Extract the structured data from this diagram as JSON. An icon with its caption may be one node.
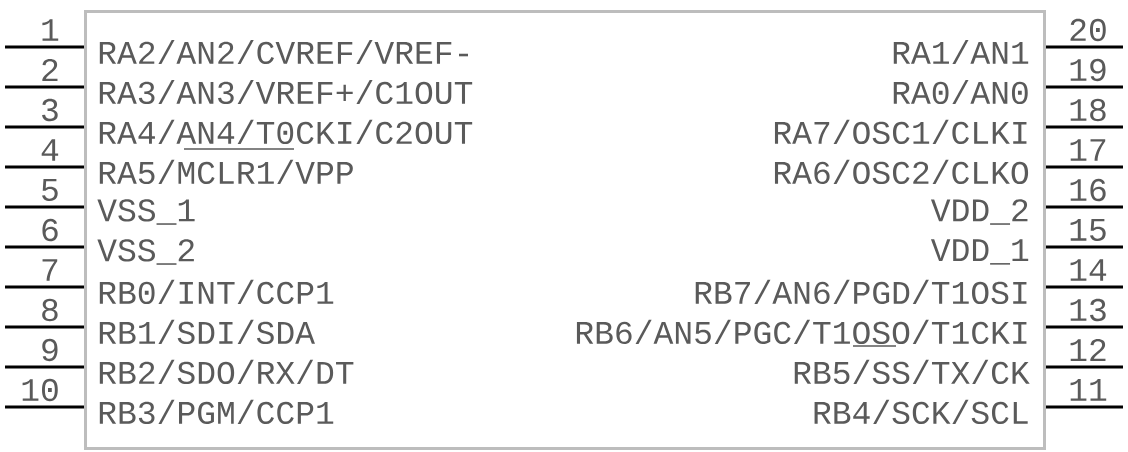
{
  "diagram": {
    "nodes": [
      {
        "text": [
          "RA2/AN2/CVREF/VREF-",
          "RA1/AN1",
          "RA3/AN3/VREF+/C1OUT",
          "RA0/AN0",
          "RA4/AN4/T0CKI/C2OUT",
          "RA7/OSC1/CLKI",
          "RA5/MCLR1/VPP",
          "RA6/OSC2/CLKO",
          "VSS_1",
          "VDD_2",
          "VSS_2",
          "VDD_1",
          "RB0/INT/CCP1",
          "RB7/AN6/PGD/T1OSI",
          "RB1/SDI/SDA",
          "RB6/AN5/PGC/T1OSO/T1CKI",
          "RB2/SDO/RX/DT",
          "RB5/SS/TX/CK",
          "RB3/PGM/CCP1",
          "RB4/SCK/SCL"
        ]
      }
    ],
    "labels": [
      "1",
      "20",
      "2",
      "19",
      "3",
      "18",
      "4",
      "17",
      "5",
      "16",
      "6",
      "15",
      "7",
      "14",
      "8",
      "13",
      "9",
      "12",
      "10",
      "11"
    ]
  }
}
